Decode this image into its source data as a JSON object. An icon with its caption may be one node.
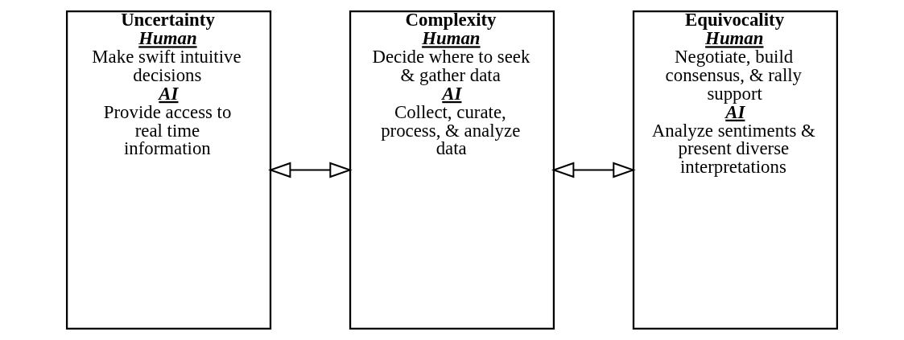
{
  "diagram": {
    "nodes": [
      {
        "text": [
          "Uncertainty",
          "Human",
          "Make swift intuitive decisions",
          "AI",
          "Provide access to real time information"
        ]
      },
      {
        "text": [
          "Complexity",
          "Human",
          "Decide where to seek & gather data",
          "AI",
          "Collect, curate, process, & analyze data"
        ]
      },
      {
        "text": [
          "Equivocality",
          "Human",
          "Negotiate, build consensus, & rally support",
          "AI",
          "Analyze sentiments & present diverse interpretations"
        ]
      }
    ],
    "edges": [
      {
        "from": 0,
        "to": 1,
        "arrow": "both"
      },
      {
        "from": 1,
        "to": 2,
        "arrow": "both"
      }
    ]
  }
}
